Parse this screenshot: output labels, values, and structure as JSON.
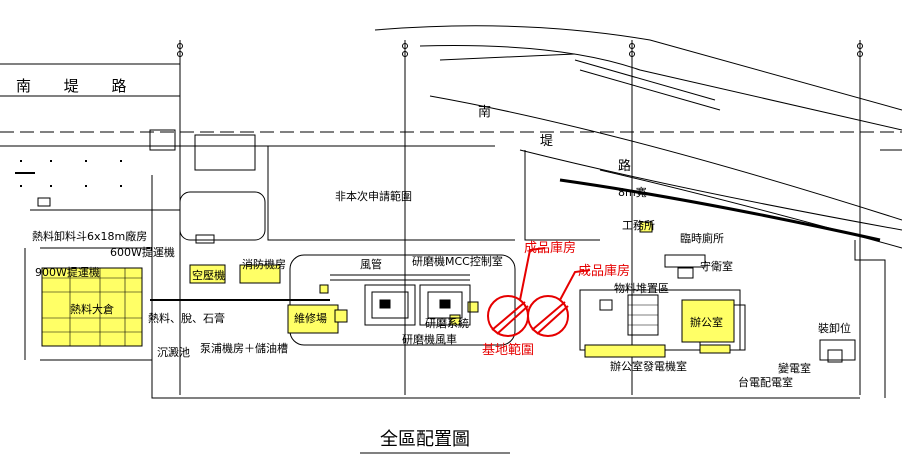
{
  "title": "全區配置圖",
  "roads": {
    "left_road": "南 堤 路",
    "main_road_1": "南",
    "main_road_2": "堤",
    "main_road_3": "路",
    "road_width": "8m寬"
  },
  "areas": {
    "not_applied": "非本次申請範圍",
    "mill_mcc": "研磨機MCC控制室",
    "duct": "風管",
    "mill_fan": "研磨機風車",
    "mill_system": "研磨系統",
    "repair": "維修場",
    "air_compressor": "空壓機",
    "fire_pump": "消防機房",
    "pump_tank": "泵浦機房＋儲油槽",
    "raw_material": "熱料大倉",
    "raw_unload": "熱料卸料斗6x18m廠房",
    "elev_600": "600W提運機",
    "elev_900": "900W提運機",
    "feeder": "熱料、脫、石膏",
    "settling": "沉澱池",
    "finished_1": "成品庫房",
    "finished_2": "成品庫房",
    "base_scope": "基地範圍",
    "worksite": "工務所",
    "temp_toilet": "臨時廁所",
    "guard": "守衛室",
    "material_storage": "物料堆置區",
    "office": "辦公室",
    "office_generator": "辦公室發電機室",
    "unloading": "裝卸位",
    "substation": "變電室",
    "power_distrib": "台電配電室"
  },
  "colors": {
    "line": "#000000",
    "yellow": "#ffff66",
    "red": "#e60000"
  }
}
